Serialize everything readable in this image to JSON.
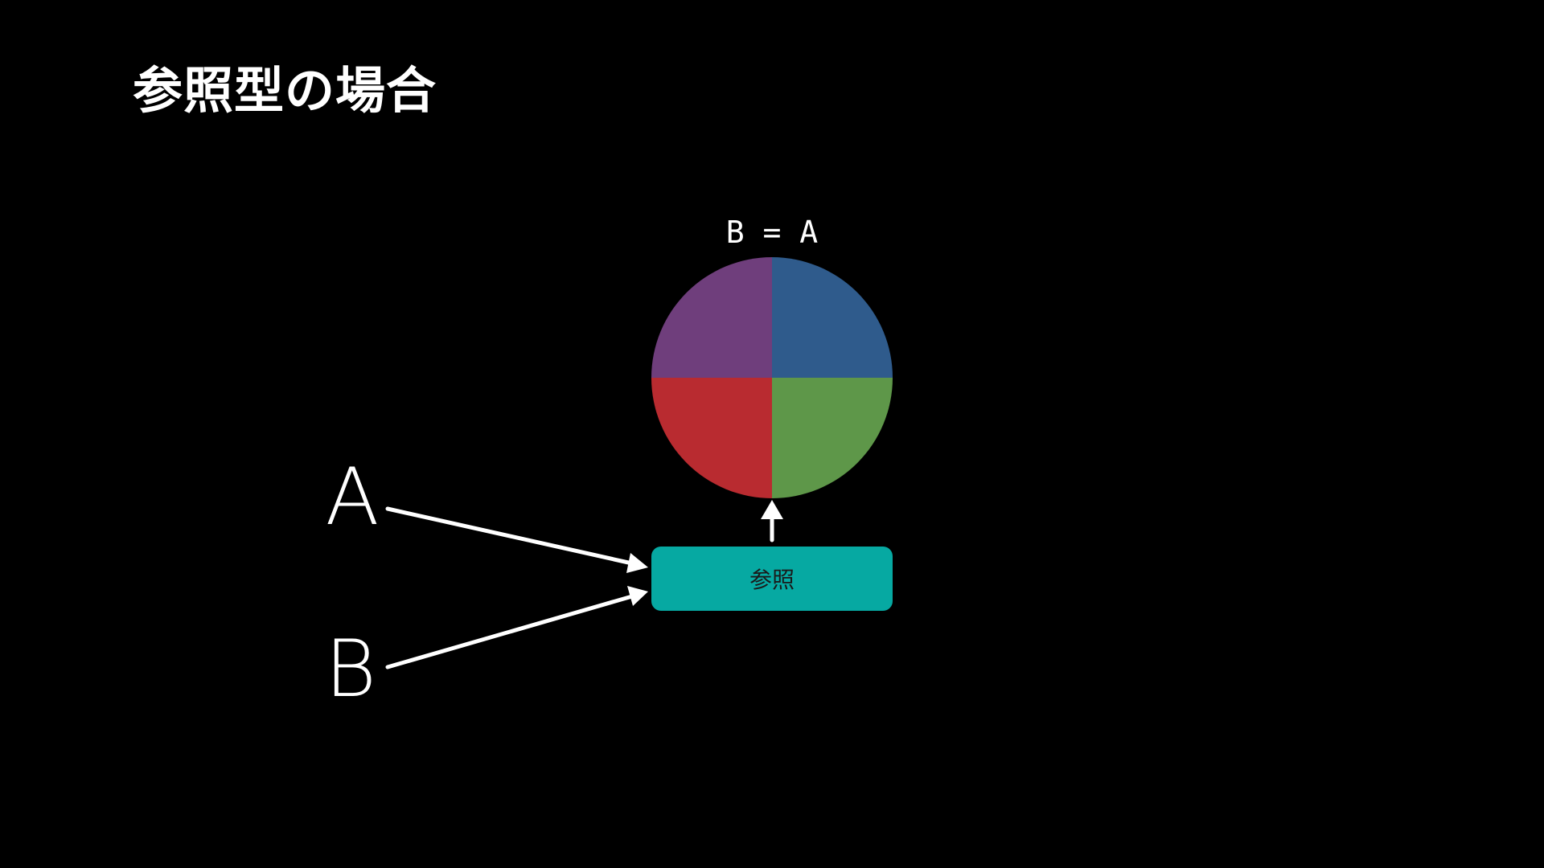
{
  "slide": {
    "title": "参照型の場合"
  },
  "diagram": {
    "expression": "B = A",
    "reference_label": "参照",
    "variables": [
      "A",
      "B"
    ],
    "colors": {
      "background": "#000000",
      "reference_box": "#06a9a2",
      "quadrant_top_left": "#6f3e7c",
      "quadrant_top_right": "#2f5b8c",
      "quadrant_bottom_left": "#b92b30",
      "quadrant_bottom_right": "#5e9749",
      "arrow": "#ffffff"
    }
  }
}
